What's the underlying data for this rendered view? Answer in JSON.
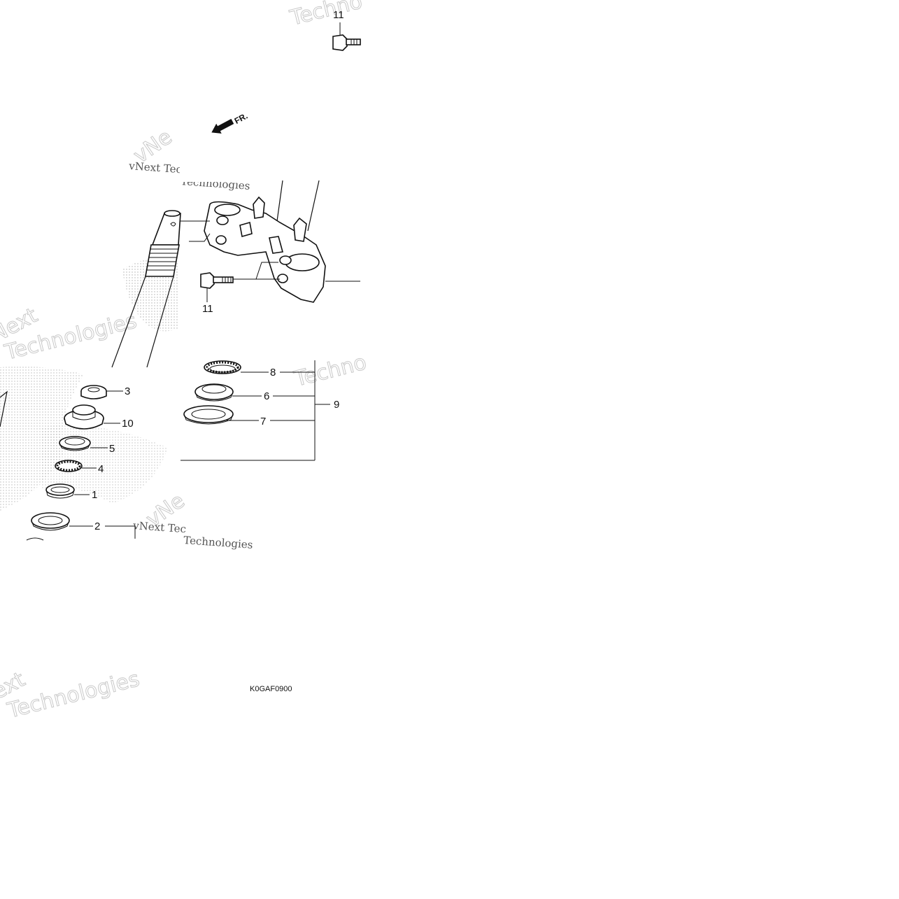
{
  "diagram": {
    "code": "K0GAF0900",
    "direction_label": "FR.",
    "callouts": {
      "p1": "1",
      "p2": "2",
      "p3": "3",
      "p4": "4",
      "p5": "5",
      "p6": "6",
      "p7": "7",
      "p8": "8",
      "p9": "9",
      "p10": "10",
      "p11_top": "11",
      "p11_mid": "11"
    },
    "watermarks": {
      "w1": "vNext Tec",
      "w2": "Technologies",
      "w3": "Technologies",
      "w4": "Techno",
      "w5": "Techno",
      "w6": "vNext Tec",
      "w7": "Technologies",
      "w8": "Next",
      "w9": "Technologies",
      "w10": "vNe",
      "w11": "vNe",
      "w12": "ext"
    }
  }
}
